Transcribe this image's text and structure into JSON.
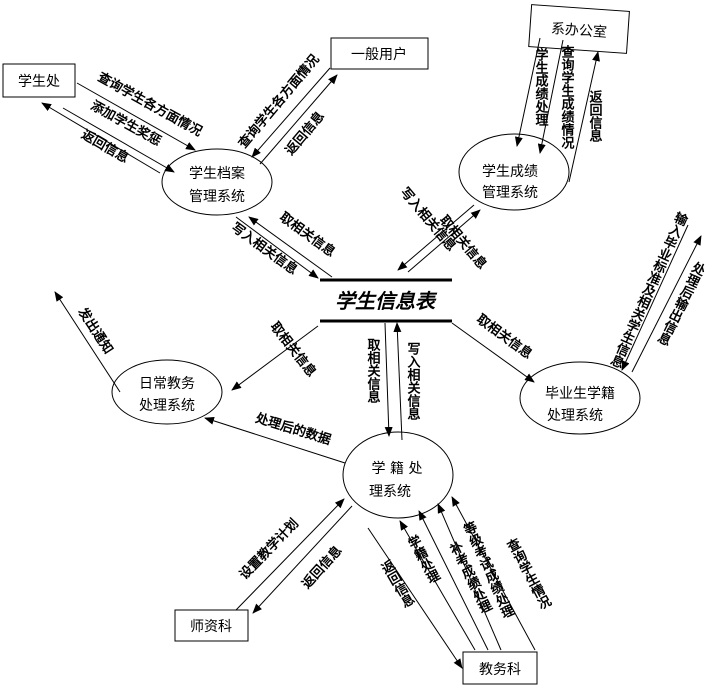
{
  "entities": {
    "student_office": "学生处",
    "general_user": "一般用户",
    "dept_office": "系办公室",
    "faculty_section": "师资科",
    "academic_affairs": "教务科"
  },
  "processes": {
    "archive": [
      "学生档案",
      "管理系统"
    ],
    "grades": [
      "学生成绩",
      "管理系统"
    ],
    "daily": [
      "日常教务",
      "处理系统"
    ],
    "graduate": [
      "毕业生学籍",
      "处理系统"
    ],
    "status": [
      "学 籍 处",
      "理系统"
    ]
  },
  "datastore": "学生信息表",
  "flows": {
    "so_query": "查询学生各方面情况",
    "so_reward": "添加学生奖惩",
    "so_return": "返回信息",
    "gu_query": "查询学生各方面情况",
    "gu_return": "返回信息",
    "arch_read": "取相关信息",
    "arch_write": "写入相关信息",
    "do_process": "学生成绩处理",
    "do_query": "查询学生成绩情况",
    "do_return": "返回信息",
    "gr_write": "写入相关信息",
    "gr_read": "取相关信息",
    "grad_read": "取相关信息",
    "grad_input": "输入毕业标准及相关学生信息",
    "grad_output": "处理后输出信息",
    "daily_read": "取相关信息",
    "daily_notice": "发出通知",
    "daily_data": "处理后的数据",
    "st_read": "取相关信息",
    "st_write": "写入相关信息",
    "fs_plan": "设置教学计划",
    "fs_return": "返回信息",
    "aa_return": "返回信息",
    "aa_status": "学籍处理",
    "aa_makeup": "补考成绩处理",
    "aa_grade_exam": "等级考试成绩处理",
    "aa_query": "查询学生情况"
  }
}
